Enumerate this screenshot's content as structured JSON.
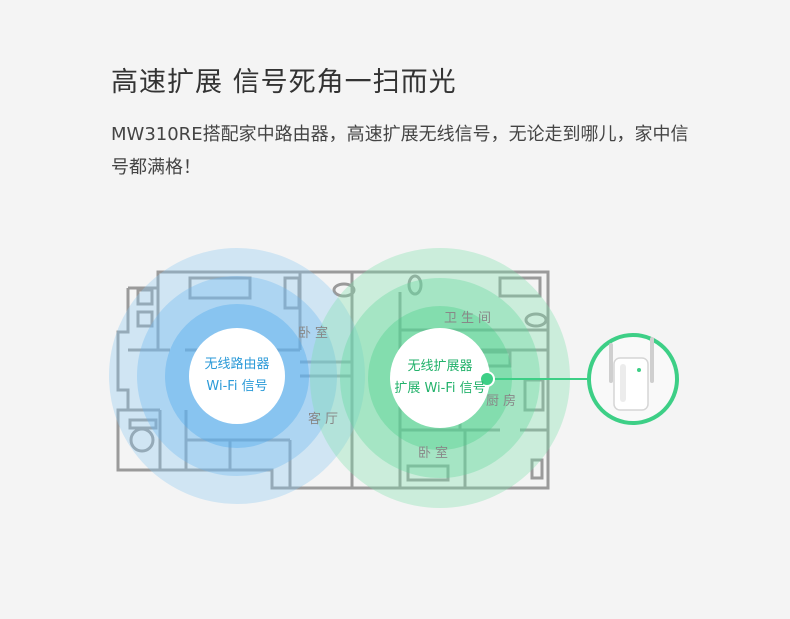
{
  "headline": "高速扩展 信号死角一扫而光",
  "description": "MW310RE搭配家中路由器，高速扩展无线信号，无论走到哪儿，家中信号都满格！",
  "router": {
    "line1": "无线路由器",
    "line2": "Wi-Fi 信号"
  },
  "extender": {
    "line1": "无线扩展器",
    "line2": "扩展 Wi-Fi 信号"
  },
  "rooms": {
    "bedroom_top": "卧室",
    "bathroom": "卫生间",
    "living_room": "客厅",
    "kitchen": "厨房",
    "bedroom_bottom": "卧室"
  },
  "colors": {
    "router_blue": "#3fa9f5",
    "extender_green": "#3dcf86",
    "text_blue": "#2b9ad8",
    "text_green": "#23b26b"
  }
}
